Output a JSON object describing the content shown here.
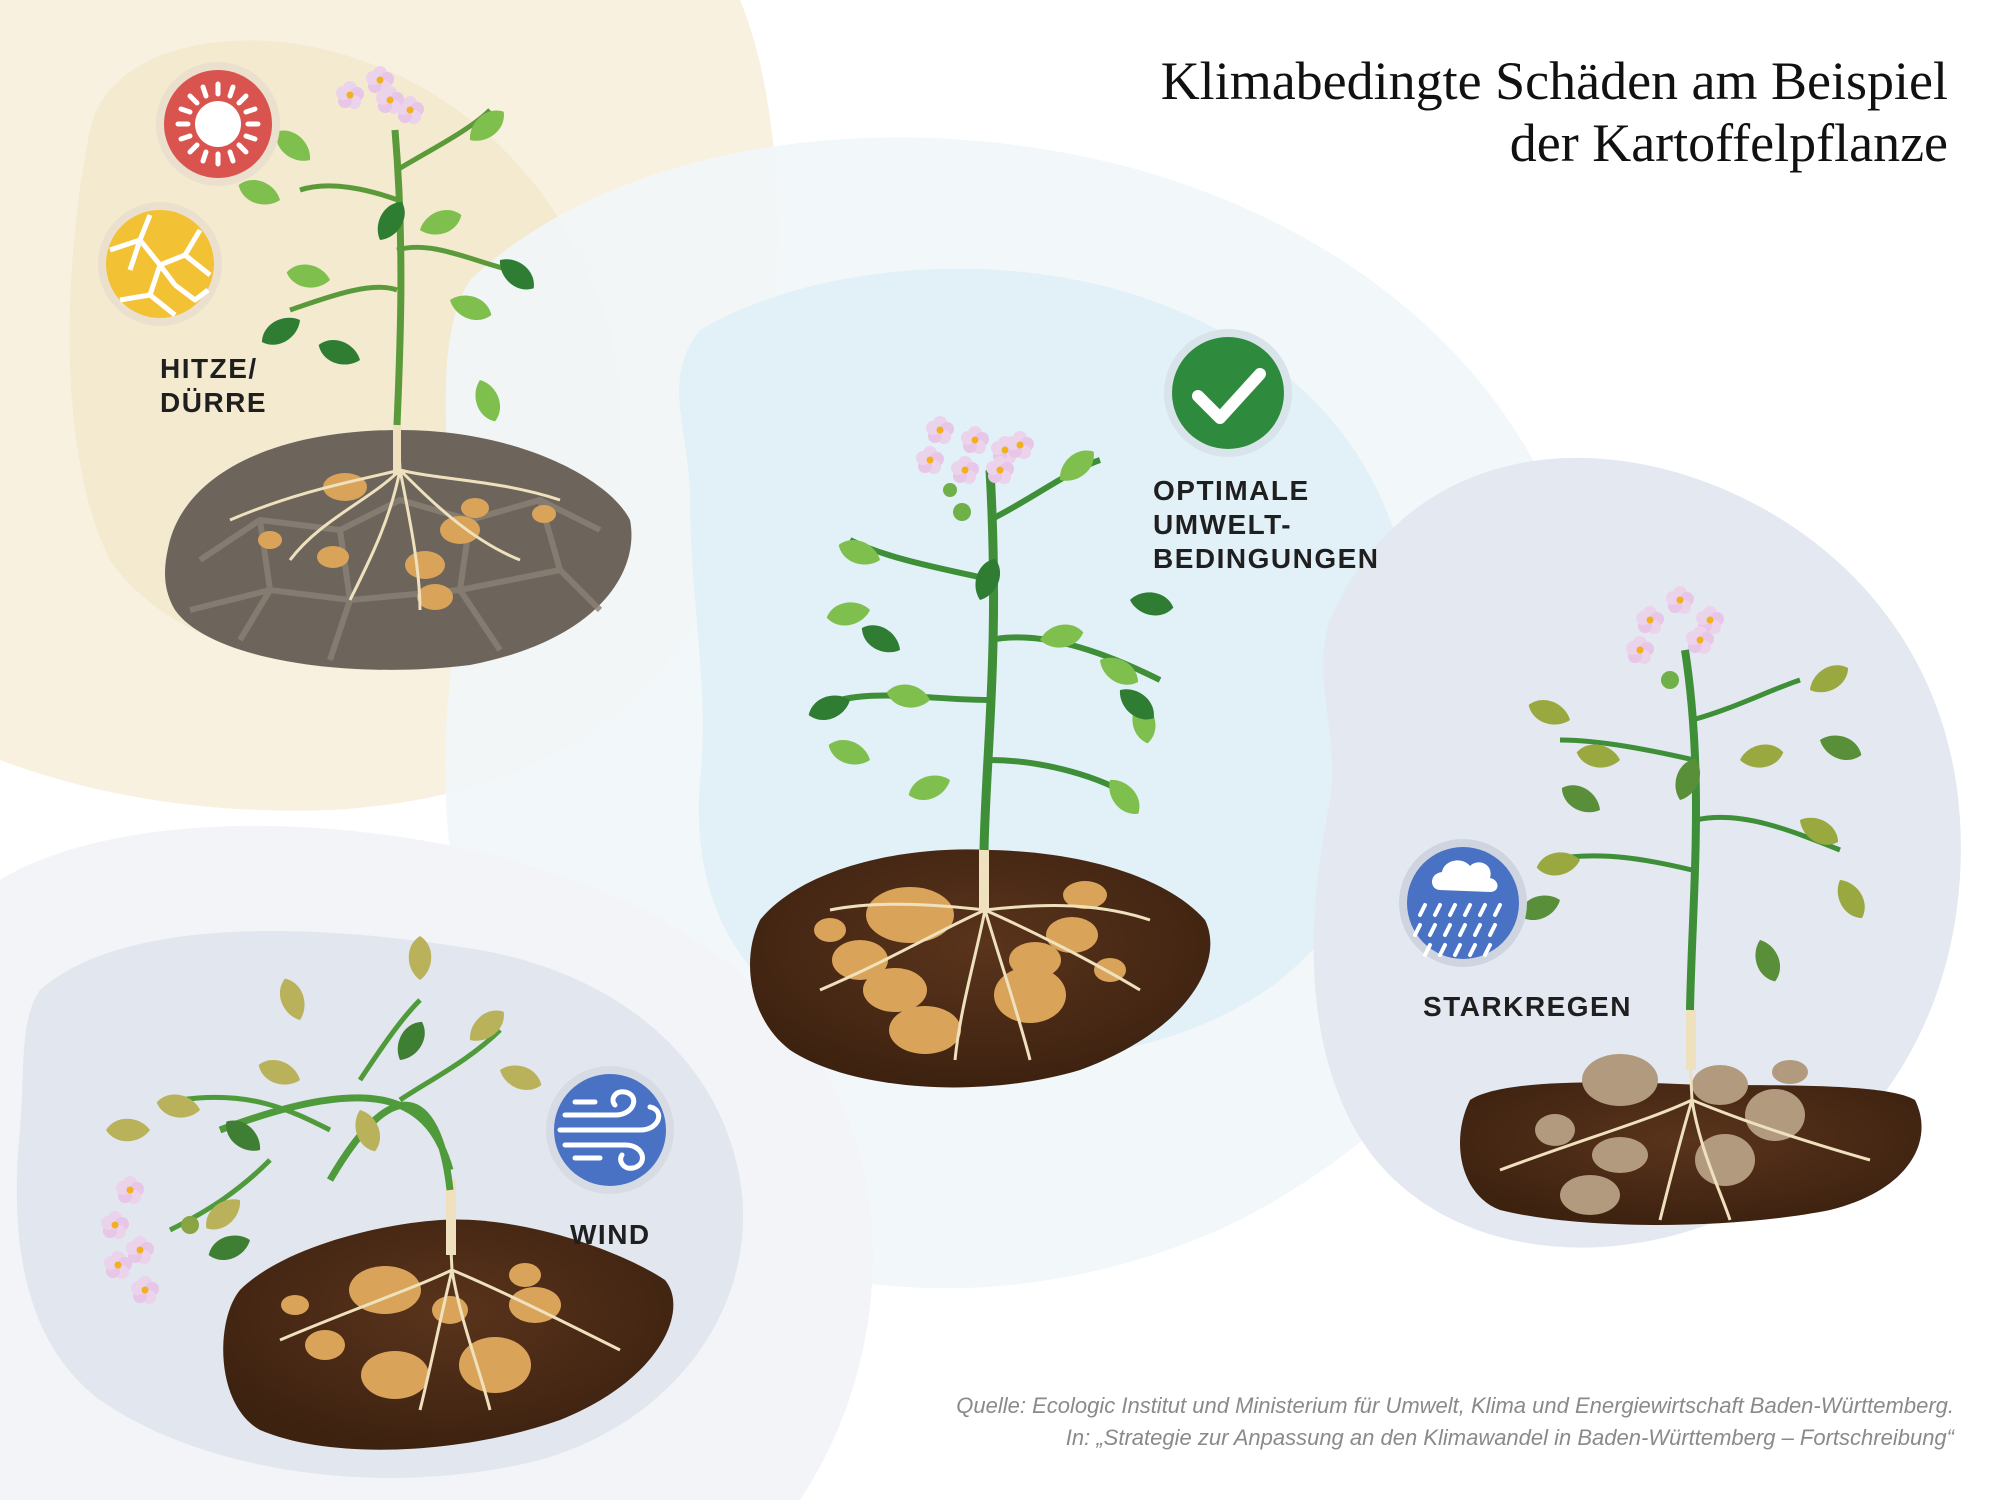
{
  "title": {
    "line1": "Klimabedingte Schäden am Beispiel",
    "line2": "der Kartoffelpflanze"
  },
  "scenarios": {
    "heat": {
      "label_line1": "HITZE/",
      "label_line2": "DÜRRE",
      "icons": [
        "sun-icon",
        "cracked-earth-icon"
      ],
      "icon_colors": [
        "#d9534f",
        "#f3c234"
      ]
    },
    "optimal": {
      "label_line1": "OPTIMALE",
      "label_line2": "UMWELT-",
      "label_line3": "BEDINGUNGEN",
      "icon": "checkmark-icon",
      "icon_color": "#2e8b3e"
    },
    "wind": {
      "label": "WIND",
      "icon": "wind-icon",
      "icon_color": "#4a72c4"
    },
    "rain": {
      "label": "STARKREGEN",
      "icon": "heavy-rain-icon",
      "icon_color": "#4a72c4"
    }
  },
  "source": {
    "line1": "Quelle: Ecologic Institut und Ministerium für Umwelt, Klima und Energiewirtschaft Baden-Württemberg.",
    "line2": "In: „Strategie zur Anpassung an den Klimawandel in Baden-Württemberg – Fortschreibung“"
  },
  "colors": {
    "heat_bg": "#f7efdc",
    "blue_bg": "#e3f0f8",
    "grey_bg": "#e2e6ee",
    "soil_dark": "#4a2a16",
    "soil_dry": "#6e6459",
    "stem": "#4f9a3a",
    "leaf_healthy": "#7fbf4d",
    "leaf_dark": "#2e7d32",
    "leaf_wilted": "#b8b25a",
    "tuber": "#d9a45a",
    "tuber_rotten": "#b29a7e",
    "root": "#f0e3c0",
    "flower": "#ead0ea"
  }
}
